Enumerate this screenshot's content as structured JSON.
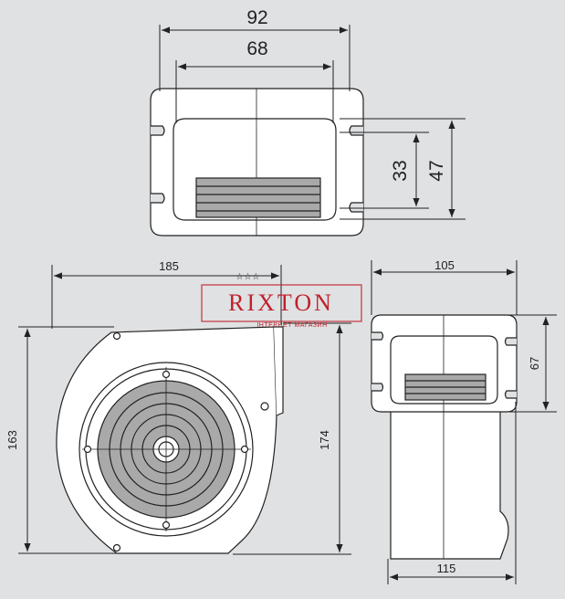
{
  "dimensions": {
    "top_outer_width": "92",
    "top_inner_width": "68",
    "top_height_inner": "33",
    "top_height_outer": "47",
    "side_width": "185",
    "side_height_left": "163",
    "side_height_right": "174",
    "end_width_top": "105",
    "end_height": "67",
    "end_width_bottom": "115"
  },
  "watermark": {
    "brand": "RIXTON",
    "tagline": "ІНТЕРНЕТ МАГАЗИН"
  },
  "colors": {
    "background": "#dfe1e3",
    "body_fill": "#ffffff",
    "line": "#222222",
    "brand_red": "#c0202a",
    "grille_gray": "#a9a9a9"
  }
}
